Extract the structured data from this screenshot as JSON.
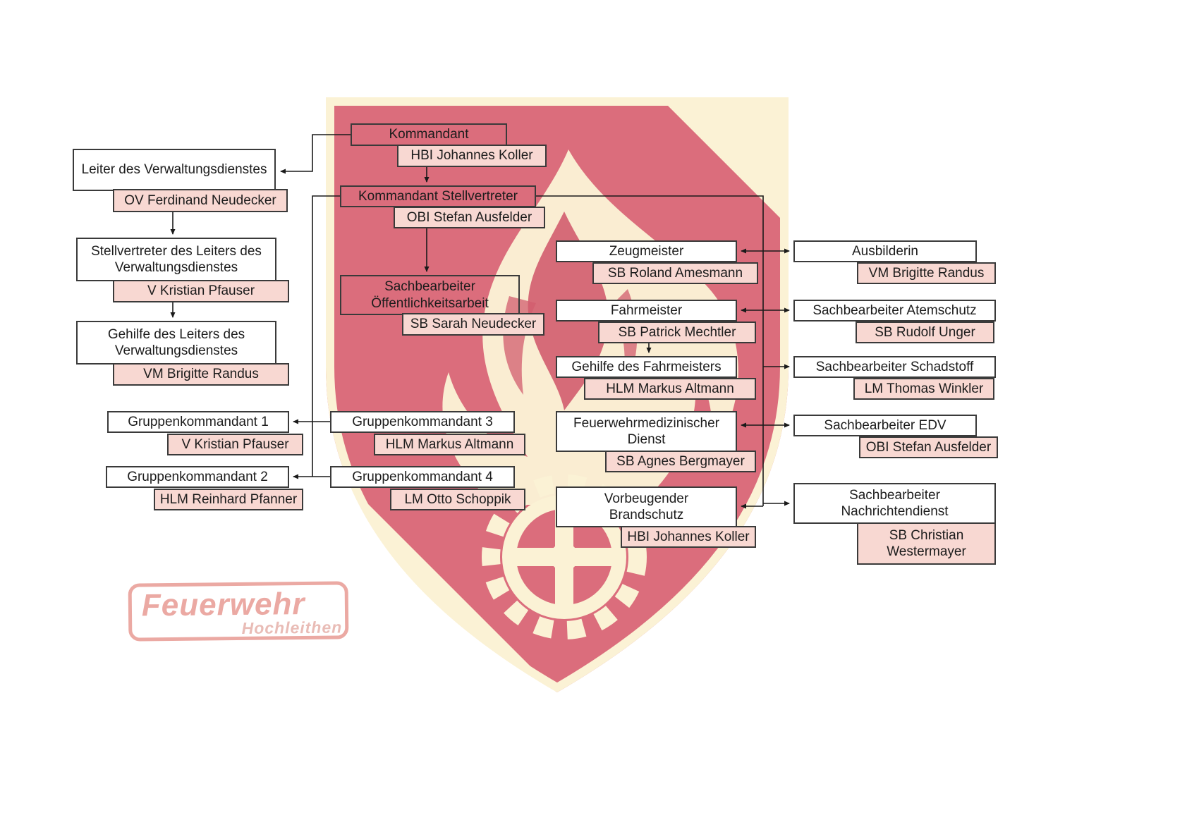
{
  "colors": {
    "shield_red": "#db6d7c",
    "shield_red_dark": "#d25c6e",
    "shield_cream": "#fbf2d5",
    "name_box_fill": "#f8d8d2",
    "box_border": "#3a3a3a",
    "logo_pink": "#eba9a3"
  },
  "logo": {
    "line1": "Feuerwehr",
    "line2": "Hochleithen"
  },
  "nodes": [
    {
      "id": "kommandant",
      "title": "Kommandant",
      "person": "HBI Johannes Koller"
    },
    {
      "id": "leiter-verwaltungsdienst",
      "title": "Leiter des Verwaltungsdienstes",
      "person": "OV Ferdinand Neudecker"
    },
    {
      "id": "stellvertreter-leiter",
      "title": "Stellvertreter des Leiters des Verwaltungsdienstes",
      "person": "V Kristian Pfauser"
    },
    {
      "id": "gehilfe-leiter",
      "title": "Gehilfe des Leiters des Verwaltungsdienstes",
      "person": "VM Brigitte Randus"
    },
    {
      "id": "kommandant-stellvertreter",
      "title": "Kommandant Stellvertreter",
      "person": "OBI Stefan Ausfelder"
    },
    {
      "id": "sb-oeffentlichkeitsarbeit",
      "title": "Sachbearbeiter Öffentlichkeitsarbeit",
      "person": "SB Sarah Neudecker"
    },
    {
      "id": "gruppenkommandant-1",
      "title": "Gruppenkommandant 1",
      "person": "V Kristian Pfauser"
    },
    {
      "id": "gruppenkommandant-2",
      "title": "Gruppenkommandant 2",
      "person": "HLM Reinhard Pfanner"
    },
    {
      "id": "gruppenkommandant-3",
      "title": "Gruppenkommandant 3",
      "person": "HLM Markus Altmann"
    },
    {
      "id": "gruppenkommandant-4",
      "title": "Gruppenkommandant 4",
      "person": "LM Otto Schoppik"
    },
    {
      "id": "zeugmeister",
      "title": "Zeugmeister",
      "person": "SB Roland Amesmann"
    },
    {
      "id": "fahrmeister",
      "title": "Fahrmeister",
      "person": "SB Patrick Mechtler"
    },
    {
      "id": "gehilfe-fahrmeister",
      "title": "Gehilfe des Fahrmeisters",
      "person": "HLM Markus Altmann"
    },
    {
      "id": "feuerwehrmedizinischer-dienst",
      "title": "Feuerwehrmedizinischer Dienst",
      "person": "SB Agnes Bergmayer"
    },
    {
      "id": "vorbeugender-brandschutz",
      "title": "Vorbeugender Brandschutz",
      "person": "HBI Johannes Koller"
    },
    {
      "id": "ausbilderin",
      "title": "Ausbilderin",
      "person": "VM Brigitte Randus"
    },
    {
      "id": "sb-atemschutz",
      "title": "Sachbearbeiter Atemschutz",
      "person": "SB Rudolf Unger"
    },
    {
      "id": "sb-schadstoff",
      "title": "Sachbearbeiter Schadstoff",
      "person": "LM Thomas Winkler"
    },
    {
      "id": "sb-edv",
      "title": "Sachbearbeiter EDV",
      "person": "OBI Stefan Ausfelder"
    },
    {
      "id": "sb-nachrichtendienst",
      "title": "Sachbearbeiter Nachrichtendienst",
      "person": "SB Christian Westermayer"
    }
  ]
}
